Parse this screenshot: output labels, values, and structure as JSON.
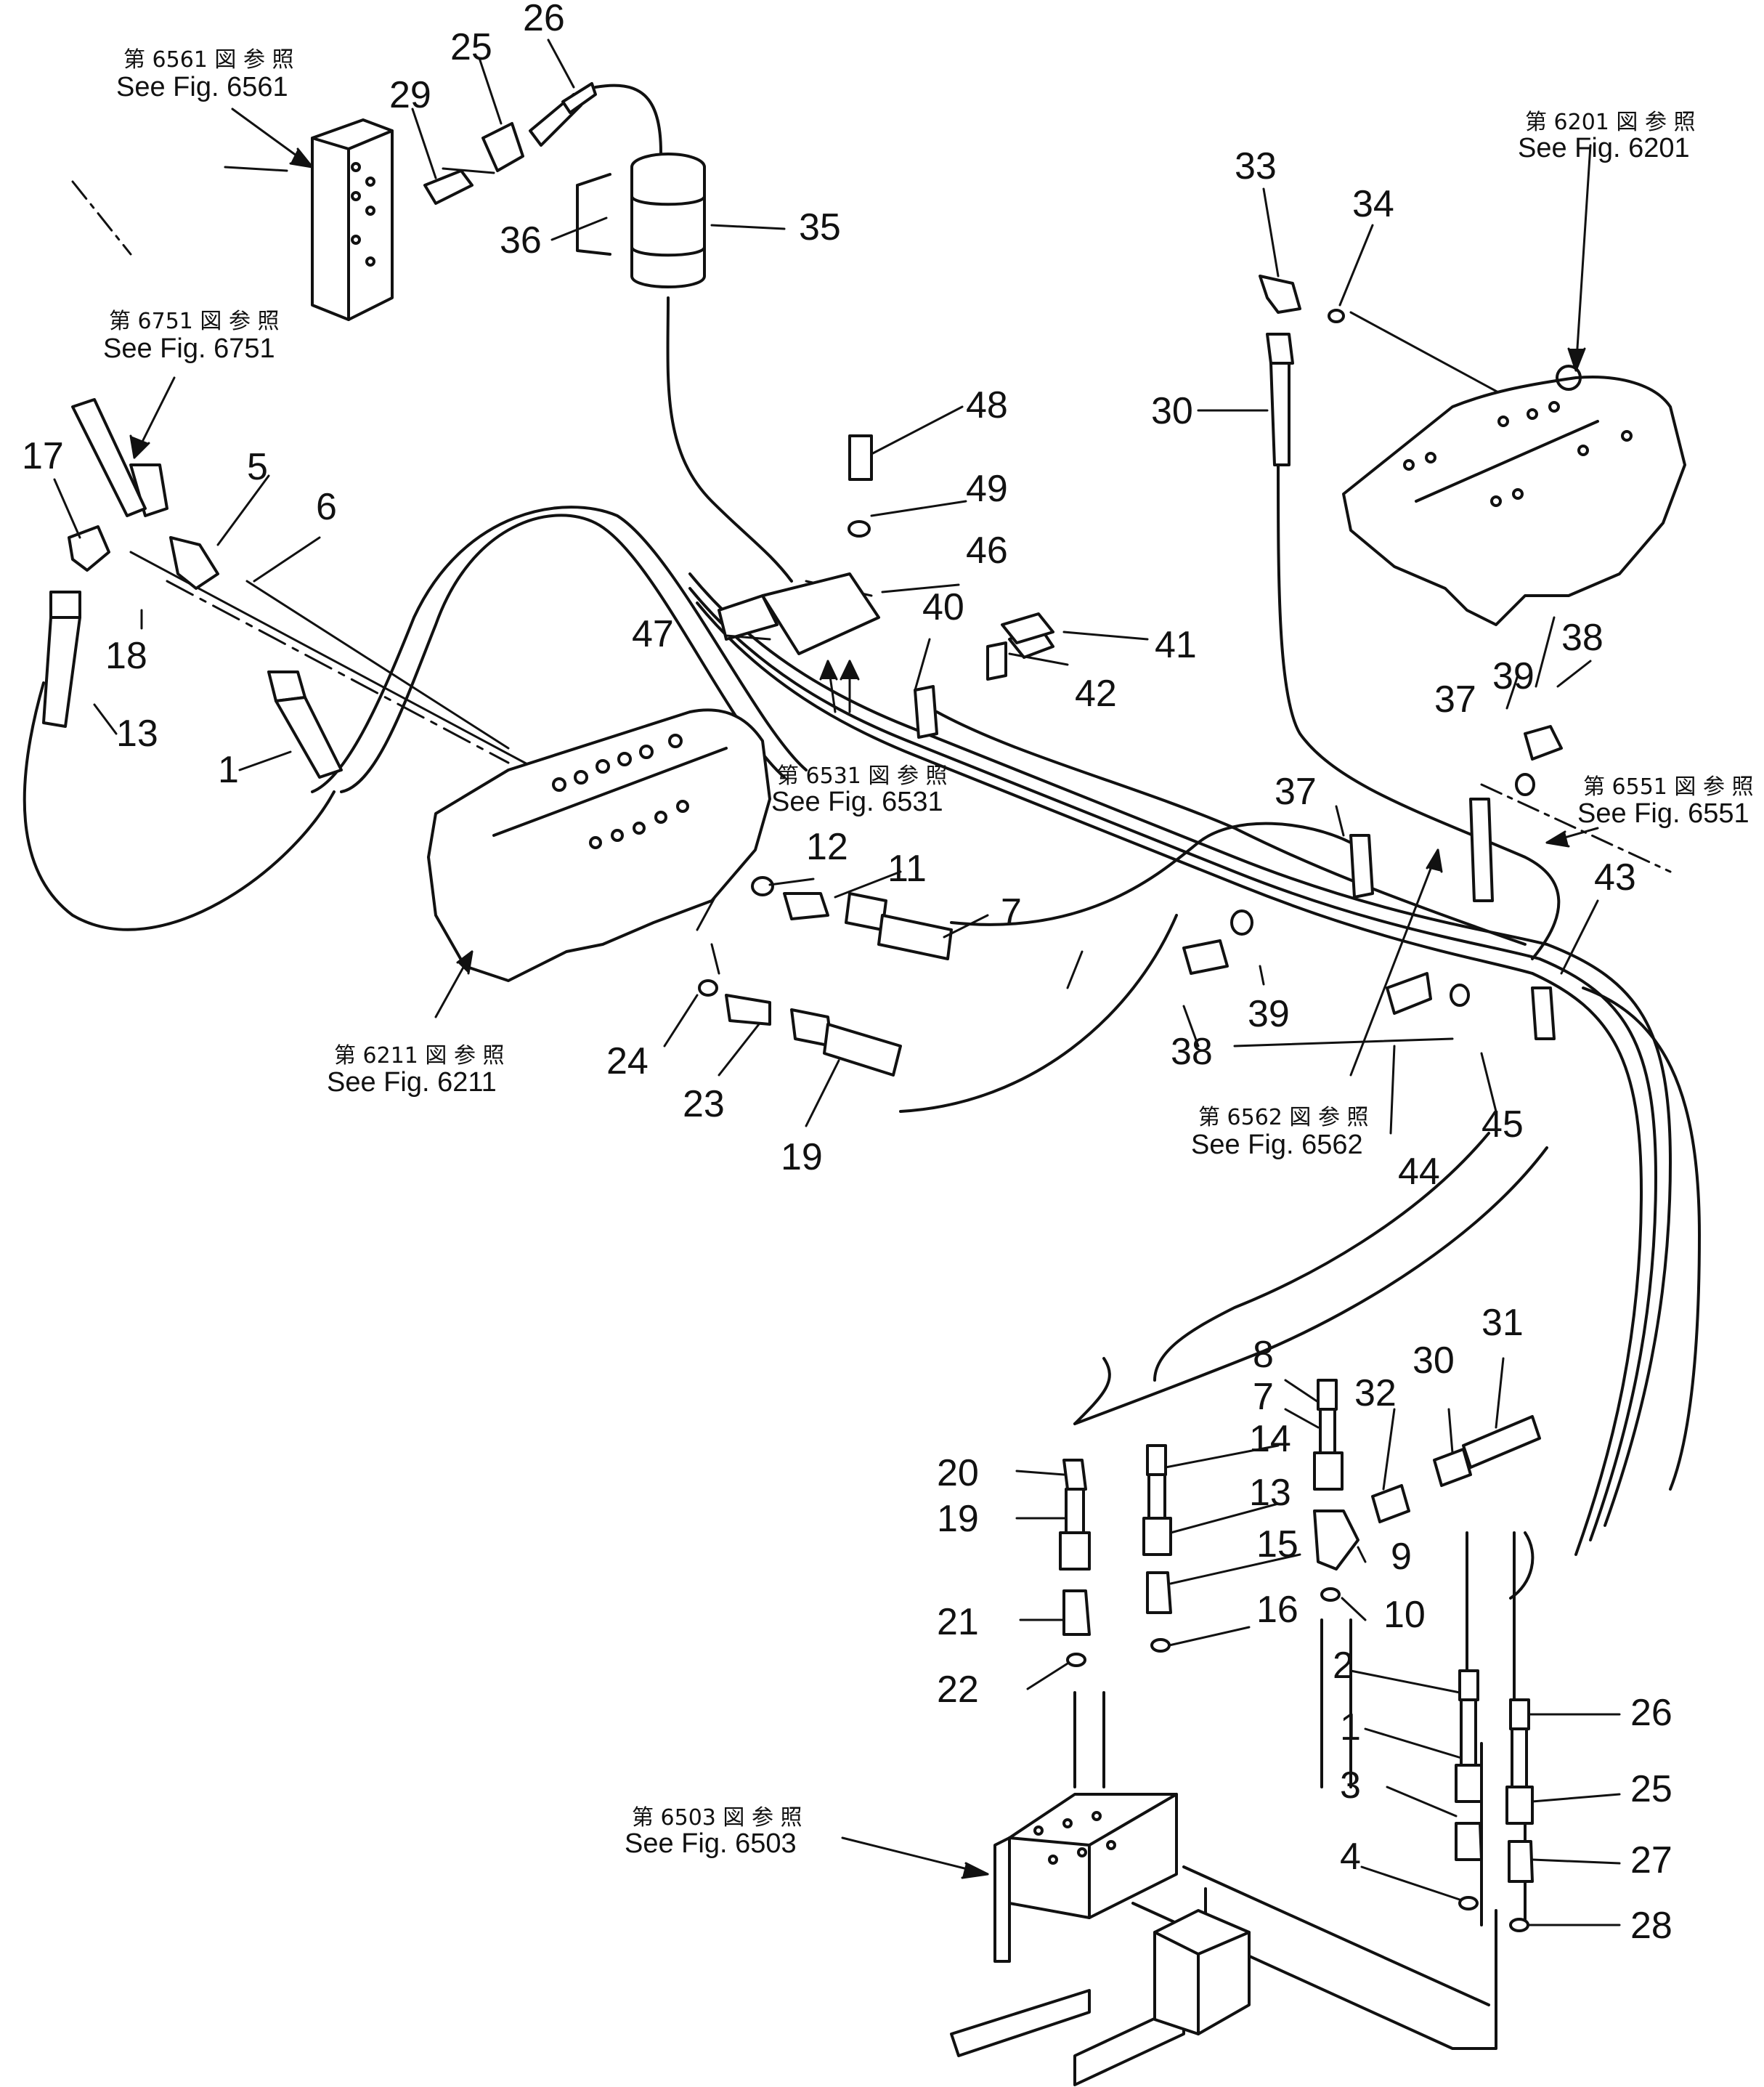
{
  "references": [
    {
      "id": "fig6561",
      "jp": "第 6561 図 参 照",
      "en": "See Fig. 6561"
    },
    {
      "id": "fig6751",
      "jp": "第 6751 図 参 照",
      "en": "See Fig. 6751"
    },
    {
      "id": "fig6201",
      "jp": "第 6201 図 参 照",
      "en": "See Fig. 6201"
    },
    {
      "id": "fig6531",
      "jp": "第 6531 図 参 照",
      "en": "See Fig. 6531"
    },
    {
      "id": "fig6551",
      "jp": "第 6551 図 参 照",
      "en": "See Fig. 6551"
    },
    {
      "id": "fig6211",
      "jp": "第 6211 図 参 照",
      "en": "See Fig. 6211"
    },
    {
      "id": "fig6562",
      "jp": "第 6562 図 参 照",
      "en": "See Fig. 6562"
    },
    {
      "id": "fig6503",
      "jp": "第 6503 図 参 照",
      "en": "See Fig. 6503"
    }
  ],
  "part_numbers": [
    "1",
    "2",
    "3",
    "4",
    "5",
    "6",
    "7",
    "8",
    "9",
    "10",
    "11",
    "12",
    "13",
    "14",
    "15",
    "16",
    "17",
    "18",
    "19",
    "20",
    "21",
    "22",
    "23",
    "24",
    "25",
    "26",
    "27",
    "28",
    "29",
    "30",
    "31",
    "32",
    "33",
    "34",
    "35",
    "36",
    "37",
    "38",
    "39",
    "40",
    "41",
    "42",
    "43",
    "44",
    "45",
    "46",
    "47",
    "48",
    "49"
  ],
  "labels": {
    "top": {
      "p26": "26",
      "p25": "25",
      "p29": "29",
      "p36": "36",
      "p35": "35",
      "p33": "33",
      "p34": "34",
      "p30": "30"
    },
    "left": {
      "p17": "17",
      "p5": "5",
      "p6": "6",
      "p18": "18",
      "p13": "13",
      "p1": "1"
    },
    "center": {
      "p48": "48",
      "p49": "49",
      "p46": "46",
      "p47": "47",
      "p40": "40",
      "p41": "41",
      "p42": "42",
      "p12": "12",
      "p11": "11",
      "p7": "7",
      "p24": "24",
      "p23": "23",
      "p19": "19"
    },
    "right": {
      "p38a": "38",
      "p39a": "39",
      "p37a": "37",
      "p37b": "37",
      "p43": "43",
      "p38b": "38",
      "p39b": "39",
      "p44": "44",
      "p45": "45"
    },
    "bottom": {
      "p8": "8",
      "p7b": "7",
      "p32": "32",
      "p30b": "30",
      "p31": "31",
      "p14": "14",
      "p13b": "13",
      "p9": "9",
      "p15": "15",
      "p10": "10",
      "p16": "16",
      "p20": "20",
      "p19b": "19",
      "p21": "21",
      "p22": "22",
      "p2": "2",
      "p1b": "1",
      "p3": "3",
      "p4": "4",
      "p26b": "26",
      "p25b": "25",
      "p27": "27",
      "p28": "28"
    }
  }
}
